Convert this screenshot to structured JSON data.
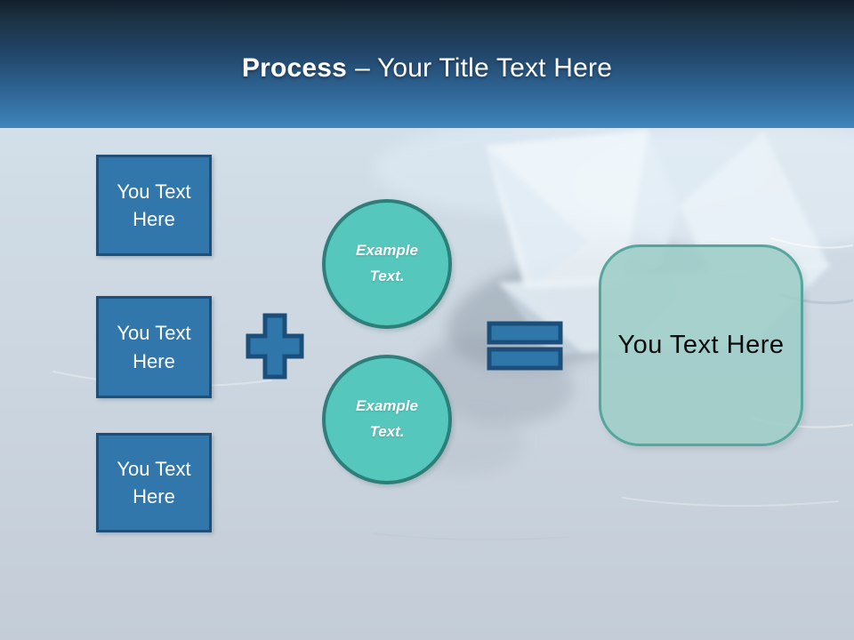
{
  "title": {
    "emphasis": "Process",
    "rest": "– Your Title Text Here"
  },
  "input_boxes": [
    {
      "label": "You Text Here"
    },
    {
      "label": "You Text Here"
    },
    {
      "label": "You Text Here"
    }
  ],
  "operators": {
    "plus_icon": "plus",
    "equals_icon": "equals"
  },
  "example_circles": [
    {
      "label": "Example Text."
    },
    {
      "label": "Example Text."
    }
  ],
  "result_box": {
    "label": "You Text Here"
  },
  "background": {
    "decoration": "faded paper boat floating on water with reflection"
  },
  "colors": {
    "header_top": "#131f2b",
    "header_bottom": "#3d80b6",
    "title_text": "#ffffff",
    "box_fill": "#3177ab",
    "box_border": "#1f4e79",
    "box_text": "#ffffff",
    "operator_fill": "#2f76aa",
    "operator_border": "#1c4e7a",
    "circle_fill": "#55c7bc",
    "circle_border": "#2e7f7a",
    "circle_text": "#ffffff",
    "result_fill": "#9dcdc7",
    "result_border": "#55a69d",
    "result_text": "#0d0d0d",
    "canvas_top": "#dfeaf3",
    "canvas_bottom": "#c4cdd7"
  }
}
